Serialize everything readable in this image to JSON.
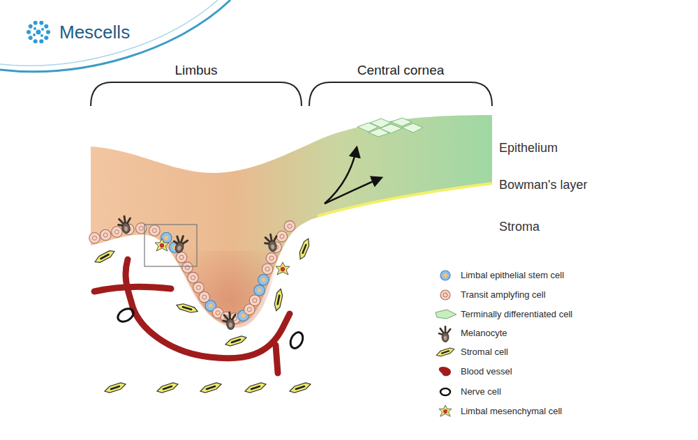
{
  "diagram": {
    "labels": [
      "Mescells",
      "Limbus",
      "Central cornea",
      "Epithelium",
      "Bowman's layer",
      "Stroma"
    ],
    "legend": [
      {
        "text": "Limbal epithelial stem cell"
      },
      {
        "text": "Transit amplyfing cell"
      },
      {
        "text": "Terminally differentiated cell"
      },
      {
        "text": "Melanocyte"
      },
      {
        "text": "Stromal cell"
      },
      {
        "text": "Blood vessel"
      },
      {
        "text": "Nerve cell"
      },
      {
        "text": "Limbal mesenchymal cell"
      }
    ]
  }
}
